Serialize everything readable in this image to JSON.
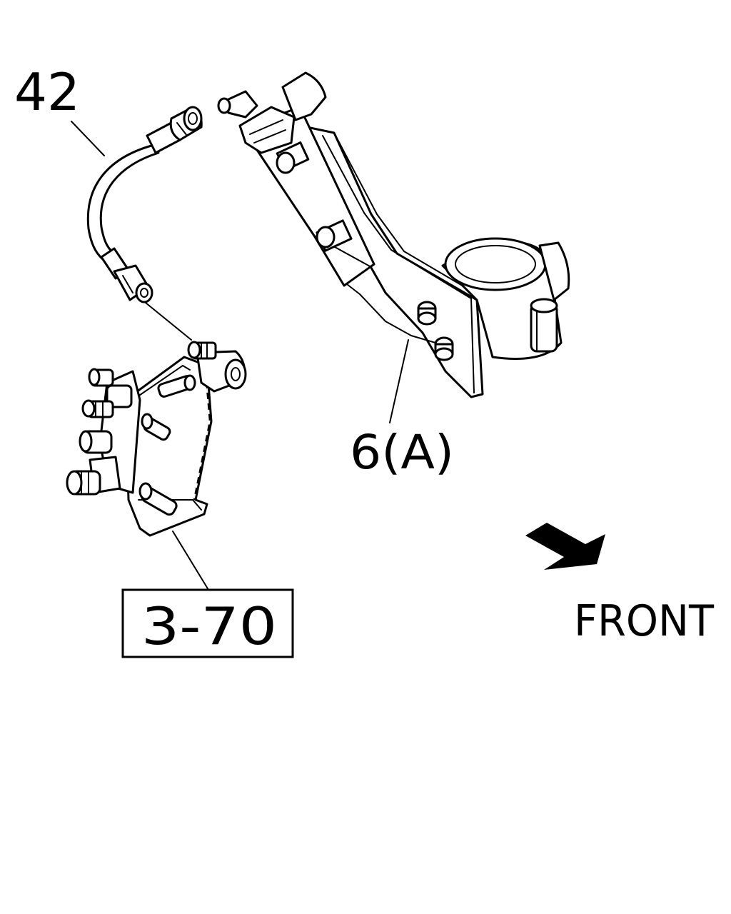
{
  "callouts": {
    "hose": "42",
    "switch": "6(A)",
    "reference": "3-70"
  },
  "orientation": {
    "label": "FRONT"
  },
  "colors": {
    "line": "#000000",
    "background": "#ffffff"
  }
}
